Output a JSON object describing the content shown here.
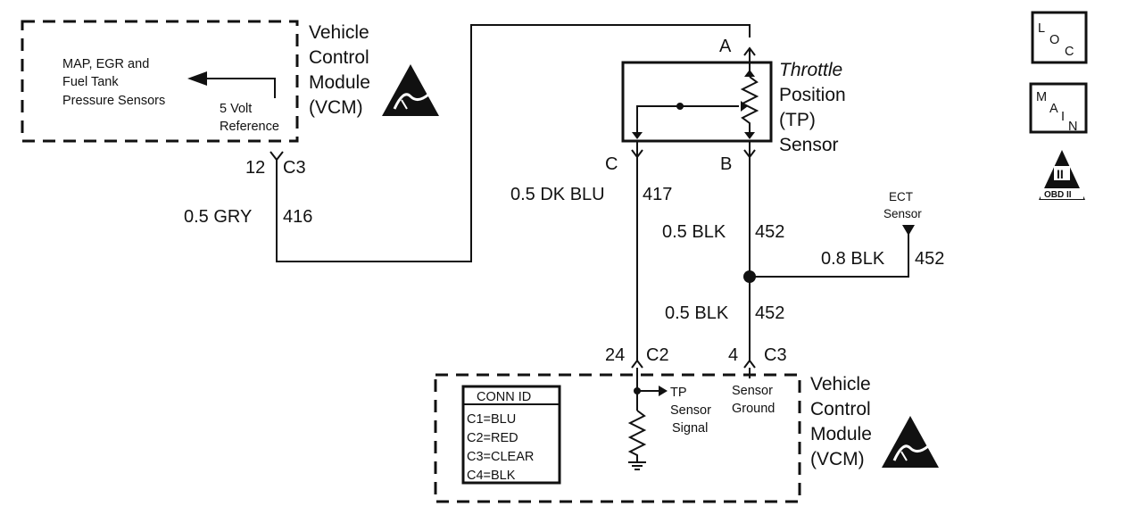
{
  "vcm_top": {
    "sensors_line1": "MAP, EGR and",
    "sensors_line2": "Fuel Tank",
    "sensors_line3": "Pressure Sensors",
    "ref_line1": "5 Volt",
    "ref_line2": "Reference",
    "name_line1": "Vehicle",
    "name_line2": "Control",
    "name_line3": "Module",
    "name_line4": "(VCM)",
    "pin": "12",
    "connector": "C3"
  },
  "wire_416": {
    "gauge_color": "0.5 GRY",
    "circuit": "416"
  },
  "tp_sensor": {
    "pin_a": "A",
    "pin_b": "B",
    "pin_c": "C",
    "name_line1": "Throttle",
    "name_line2": "Position",
    "name_line3": "(TP)",
    "name_line4": "Sensor"
  },
  "wire_417": {
    "gauge_color": "0.5 DK BLU",
    "circuit": "417"
  },
  "wire_452_upper": {
    "gauge_color": "0.5 BLK",
    "circuit": "452"
  },
  "wire_452_ect": {
    "gauge_color": "0.8 BLK",
    "circuit": "452"
  },
  "wire_452_lower": {
    "gauge_color": "0.5 BLK",
    "circuit": "452"
  },
  "ect": {
    "line1": "ECT",
    "line2": "Sensor"
  },
  "vcm_bottom": {
    "pin_signal": "24",
    "conn_signal": "C2",
    "pin_ground": "4",
    "conn_ground": "C3",
    "tp_line1": "TP",
    "tp_line2": "Sensor",
    "tp_line3": "Signal",
    "gnd_line1": "Sensor",
    "gnd_line2": "Ground",
    "name_line1": "Vehicle",
    "name_line2": "Control",
    "name_line3": "Module",
    "name_line4": "(VCM)"
  },
  "conn_id": {
    "title": "CONN ID",
    "rows": [
      "C1=BLU",
      "C2=RED",
      "C3=CLEAR",
      "C4=BLK"
    ]
  },
  "icons": {
    "loc": {
      "l1": "L",
      "l2": "O",
      "l3": "C"
    },
    "main": {
      "l1": "M",
      "l2": "A",
      "l3": "I",
      "l4": "N"
    },
    "obd": {
      "num": "II",
      "label": "OBD II"
    }
  }
}
